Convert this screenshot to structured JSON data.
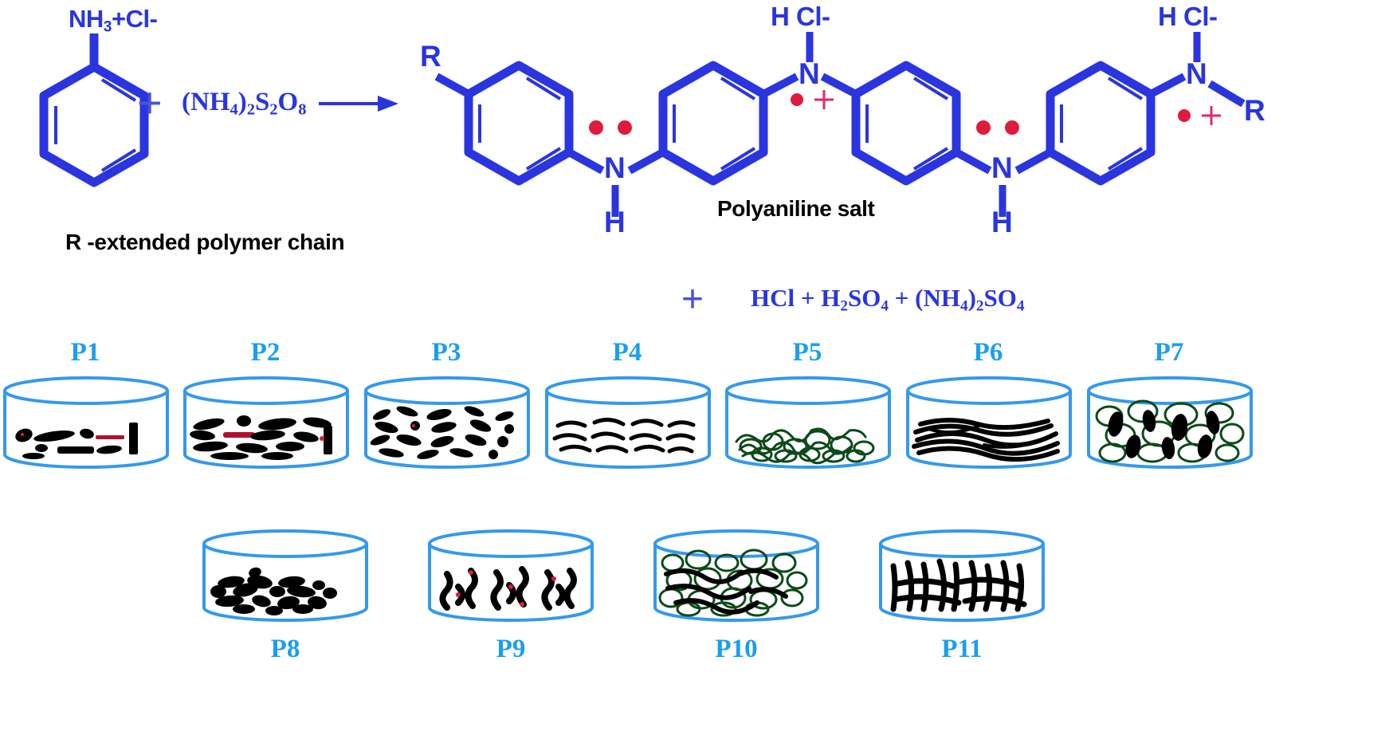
{
  "scheme": {
    "reactant_label": "NH3+Cl-",
    "reactant_label_parts": {
      "main": "NH",
      "sub": "3",
      "tail": "+Cl-"
    },
    "plus_sign": "+",
    "oxidant": "(NH4)2S2O8",
    "arrow": "arrow-right",
    "product_name": "Polyaniline salt",
    "chain_note": "R -extended polymer chain",
    "byproducts_plus": "+",
    "byproducts": "HCl + H2SO4 + (NH4)2SO4",
    "atoms": {
      "R_left": "R",
      "R_right": "R",
      "N": "N",
      "H": "H",
      "HCl_counterion": "H Cl-",
      "positive_charge": "+",
      "lone_pair": "lone-pair-dots"
    },
    "colors": {
      "structure_blue": "#2a35e0",
      "dish_blue": "#1a9ef0",
      "radical_red": "#e01a3c",
      "label_black": "#000000",
      "coil_green": "#0b4a18"
    }
  },
  "samples": {
    "row1": [
      {
        "id": "P1",
        "label": "P1",
        "morphology": "short-rods-and-bar"
      },
      {
        "id": "P2",
        "label": "P2",
        "morphology": "dense-rods"
      },
      {
        "id": "P3",
        "label": "P3",
        "morphology": "granular-rods"
      },
      {
        "id": "P4",
        "label": "P4",
        "morphology": "thin-flakes"
      },
      {
        "id": "P5",
        "label": "P5",
        "morphology": "green-coils"
      },
      {
        "id": "P6",
        "label": "P6",
        "morphology": "layered-fibers"
      },
      {
        "id": "P7",
        "label": "P7",
        "morphology": "coils-with-grains"
      }
    ],
    "row2": [
      {
        "id": "P8",
        "label": "P8",
        "morphology": "oval-particles"
      },
      {
        "id": "P9",
        "label": "P9",
        "morphology": "wavy-rods-red-dots"
      },
      {
        "id": "P10",
        "label": "P10",
        "morphology": "dense-green-coils"
      },
      {
        "id": "P11",
        "label": "P11",
        "morphology": "black-fibers"
      }
    ]
  }
}
